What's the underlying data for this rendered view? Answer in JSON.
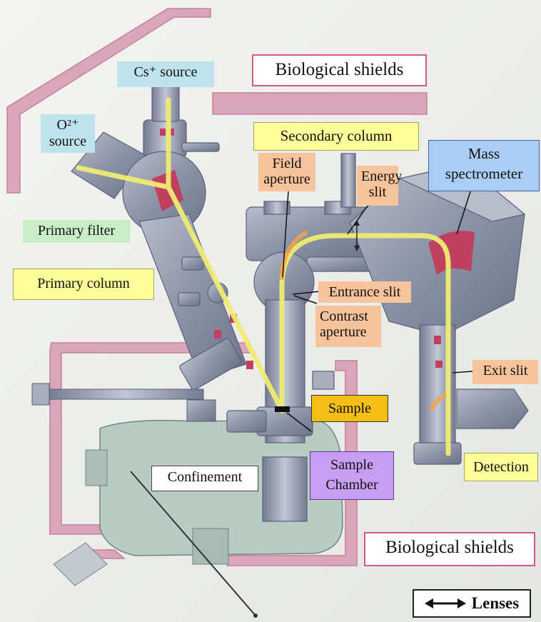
{
  "labels": {
    "cs_source": "Cs⁺ source",
    "o2_source": "O²⁺\nsource",
    "biological_shields_top": "Biological shields",
    "secondary_column": "Secondary column",
    "field_aperture": "Field\naperture",
    "energy_slit": "Energy\nslit",
    "mass_spectrometer": "Mass\nspectrometer",
    "primary_filter": "Primary filter",
    "primary_column": "Primary column",
    "entrance_slit": "Entrance slit",
    "contrast_aperture": "Contrast\naperture",
    "exit_slit": "Exit slit",
    "sample": "Sample",
    "sample_chamber": "Sample\nChamber",
    "confinement": "Confinement",
    "detection": "Detection",
    "biological_shields_bottom": "Biological shields"
  },
  "legend": {
    "lenses": "Lenses",
    "arrow_icon": "double-arrow-icon"
  },
  "colors": {
    "label_cyan": "#bfe3ec",
    "label_yellow": "#ffff9a",
    "label_peach": "#f7c39a",
    "label_green": "#c9eec7",
    "label_blue": "#a9cdf4",
    "label_gold": "#f5be14",
    "label_purple": "#c79ef2",
    "shield_pink": "#d58aa6",
    "beam_yellow": "#f2f07a",
    "apparatus_steel": "#8e94a8",
    "confinement_green": "#b8cbc3"
  }
}
